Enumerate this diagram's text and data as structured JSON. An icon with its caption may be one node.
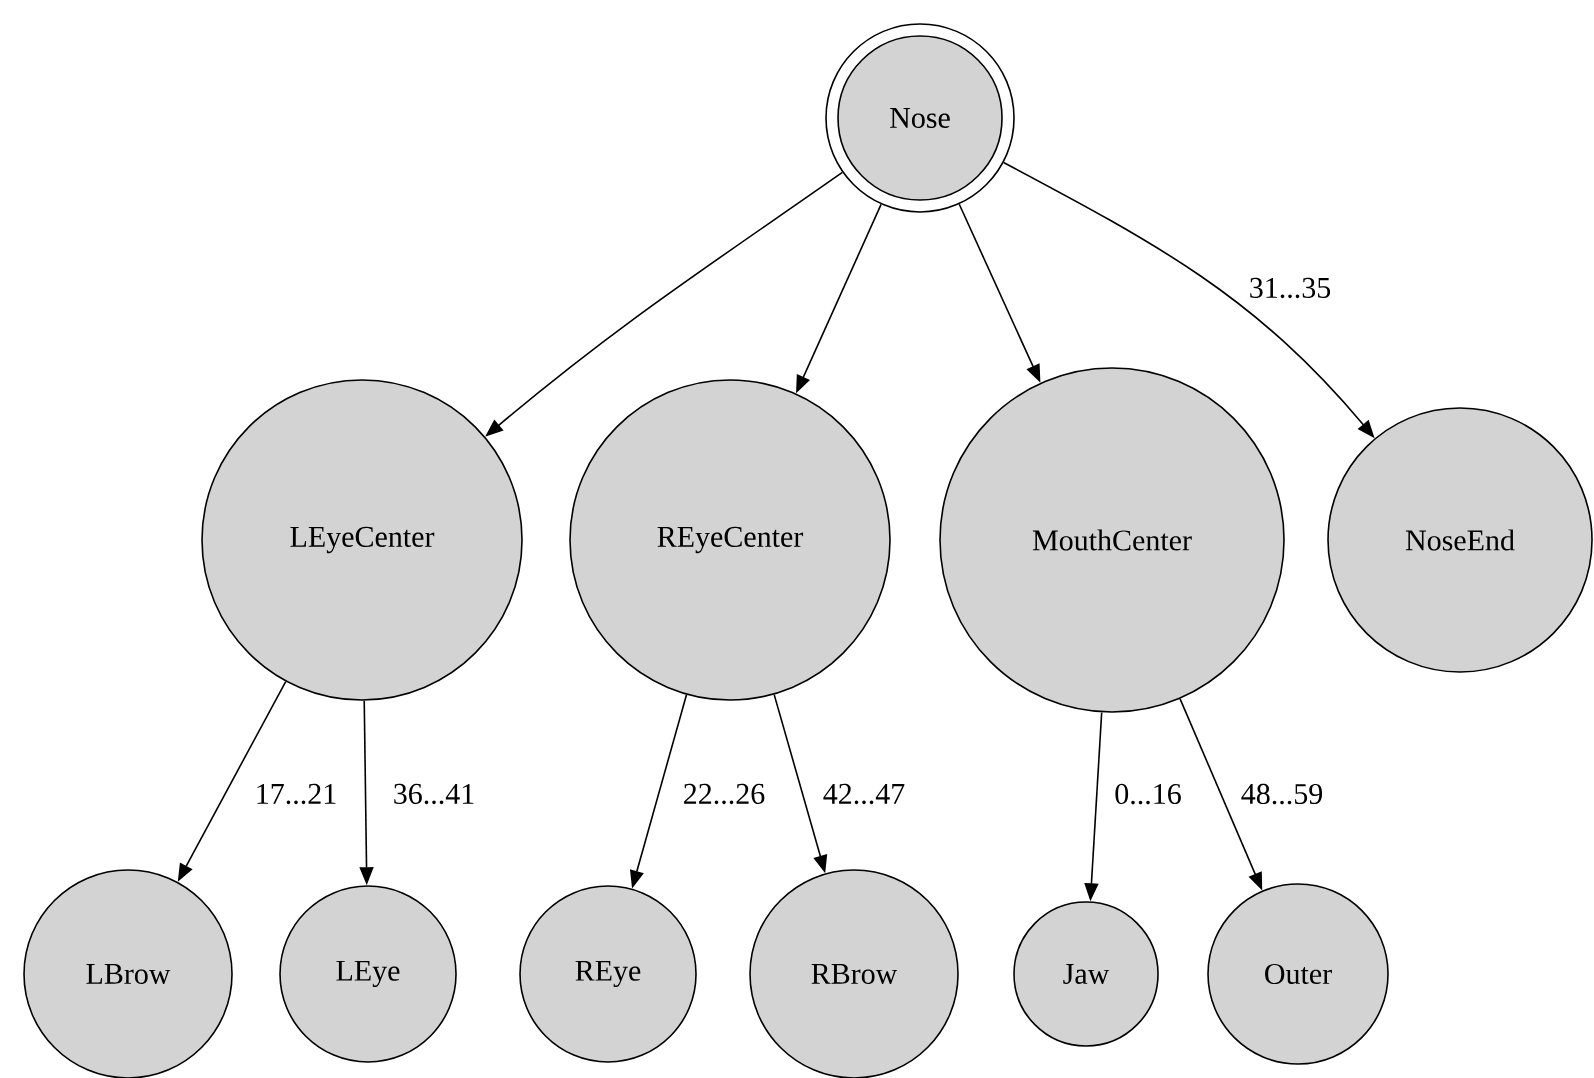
{
  "diagram": {
    "nodes": [
      {
        "text": [
          "Nose"
        ]
      },
      {
        "text": [
          "LEyeCenter"
        ]
      },
      {
        "text": [
          "REyeCenter"
        ]
      },
      {
        "text": [
          "MouthCenter"
        ]
      },
      {
        "text": [
          "NoseEnd"
        ]
      },
      {
        "text": [
          "LBrow"
        ]
      },
      {
        "text": [
          "LEye"
        ]
      },
      {
        "text": [
          "REye"
        ]
      },
      {
        "text": [
          "RBrow"
        ]
      },
      {
        "text": [
          "Jaw"
        ]
      },
      {
        "text": [
          "Outer"
        ]
      }
    ],
    "edges": [
      {
        "from": 0,
        "to": 1,
        "arrow": "to"
      },
      {
        "from": 0,
        "to": 2,
        "arrow": "to"
      },
      {
        "from": 0,
        "to": 3,
        "arrow": "to"
      },
      {
        "from": 0,
        "to": 4,
        "arrow": "to",
        "label": "31...35"
      },
      {
        "from": 1,
        "to": 5,
        "arrow": "to",
        "label": "17...21"
      },
      {
        "from": 1,
        "to": 6,
        "arrow": "to",
        "label": "36...41"
      },
      {
        "from": 2,
        "to": 7,
        "arrow": "to",
        "label": "22...26"
      },
      {
        "from": 2,
        "to": 8,
        "arrow": "to",
        "label": "42...47"
      },
      {
        "from": 3,
        "to": 9,
        "arrow": "to",
        "label": "0...16"
      },
      {
        "from": 3,
        "to": 10,
        "arrow": "to",
        "label": "48...59"
      }
    ]
  }
}
